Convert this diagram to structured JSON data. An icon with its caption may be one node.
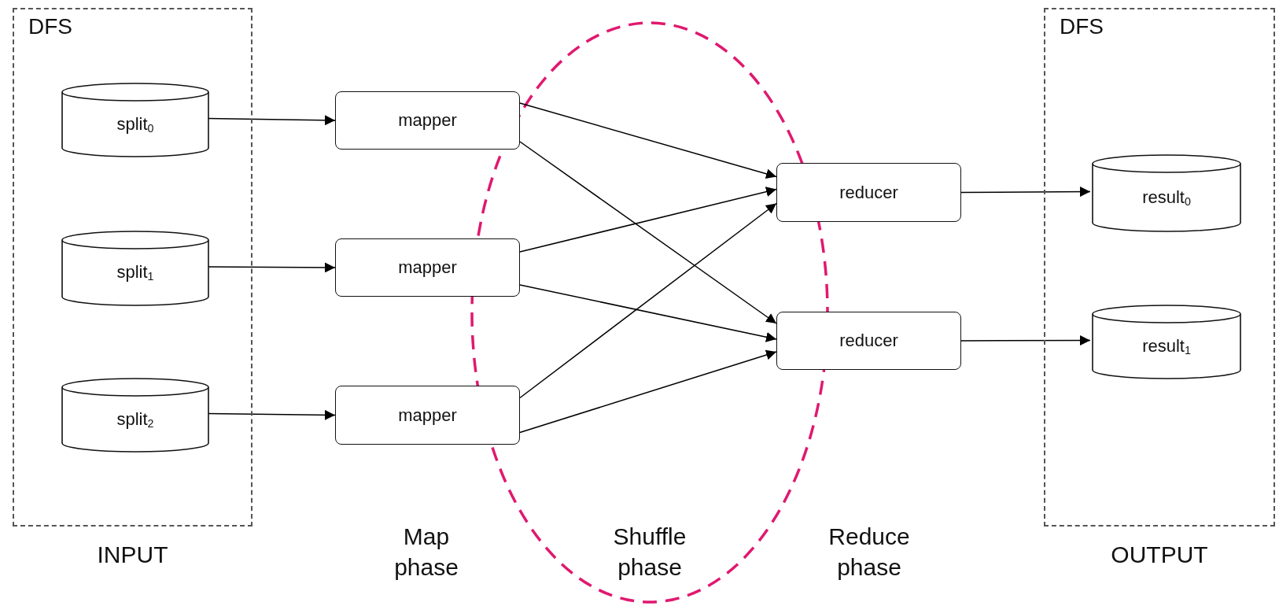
{
  "diagram": {
    "nodes": [
      {
        "text": [
          "DFS"
        ],
        "beside": [
          "INPUT"
        ]
      },
      {
        "text": [
          "split$_{0}$"
        ],
        "in": 0
      },
      {
        "text": [
          "split$_{1}$"
        ],
        "in": 0
      },
      {
        "text": [
          "split$_{2}$"
        ],
        "in": 0
      },
      {
        "text": [
          "mapper"
        ]
      },
      {
        "text": [
          "mapper"
        ]
      },
      {
        "text": [
          "mapper"
        ]
      },
      {
        "text": [
          "reducer"
        ]
      },
      {
        "text": [
          "reducer"
        ]
      },
      {
        "text": [
          "DFS"
        ],
        "beside": [
          "OUTPUT"
        ]
      },
      {
        "text": [
          "result$_{0}$"
        ],
        "in": 9
      },
      {
        "text": [
          "result$_{1}$"
        ],
        "in": 9
      }
    ],
    "edges": [
      {
        "from": 1,
        "to": 4,
        "arrow": "to"
      },
      {
        "from": 2,
        "to": 5,
        "arrow": "to"
      },
      {
        "from": 3,
        "to": 6,
        "arrow": "to"
      },
      {
        "from": 4,
        "to": 7,
        "arrow": "to"
      },
      {
        "from": 4,
        "to": 8,
        "arrow": "to"
      },
      {
        "from": 5,
        "to": 7,
        "arrow": "to"
      },
      {
        "from": 5,
        "to": 8,
        "arrow": "to"
      },
      {
        "from": 6,
        "to": 7,
        "arrow": "to"
      },
      {
        "from": 6,
        "to": 8,
        "arrow": "to"
      },
      {
        "from": 7,
        "to": 10,
        "arrow": "to"
      },
      {
        "from": 8,
        "to": 11,
        "arrow": "to"
      }
    ],
    "labels": [
      "Map phase",
      "Shuffle phase",
      "Reduce phase"
    ]
  }
}
